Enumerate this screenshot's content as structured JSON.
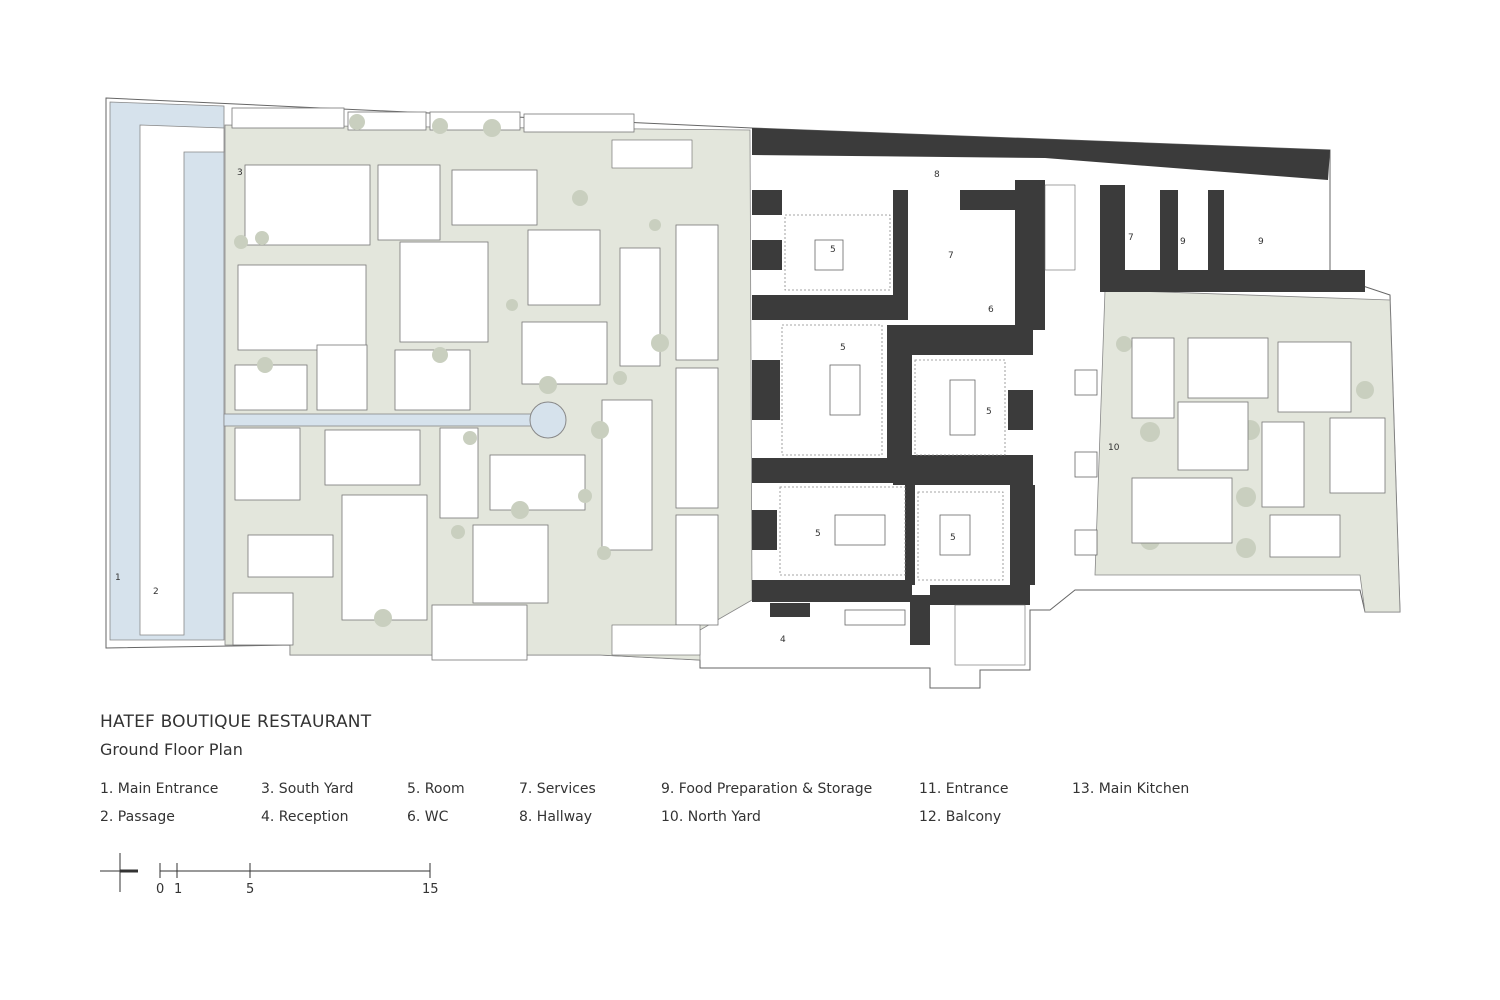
{
  "title": "HATEF BOUTIQUE RESTAURANT",
  "subtitle": "Ground Floor Plan",
  "legend": [
    {
      "label": "1.  Main Entrance"
    },
    {
      "label": "2.  Passage"
    },
    {
      "label": "3.  South Yard"
    },
    {
      "label": "4.  Reception"
    },
    {
      "label": "5.  Room"
    },
    {
      "label": "6.  WC"
    },
    {
      "label": "7.  Services"
    },
    {
      "label": "8.  Hallway"
    },
    {
      "label": "9.  Food Preparation & Storage"
    },
    {
      "label": "10.  North Yard"
    },
    {
      "label": "11.  Entrance"
    },
    {
      "label": "12.  Balcony"
    },
    {
      "label": "13.  Main Kitchen"
    }
  ],
  "scale": {
    "ticks": [
      "0",
      "1",
      "5",
      "15"
    ]
  },
  "plan_labels": {
    "main_entrance": "1",
    "passage": "2",
    "south_yard": "3",
    "reception": "4",
    "room": "5",
    "wc": "6",
    "services": "7",
    "hallway": "8",
    "food_prep": "9",
    "north_yard": "10"
  },
  "colors": {
    "yard": "#e3e6dc",
    "passage": "#d6e2ec",
    "wall": "#3b3b3b",
    "tree": "#c9cfbf"
  }
}
